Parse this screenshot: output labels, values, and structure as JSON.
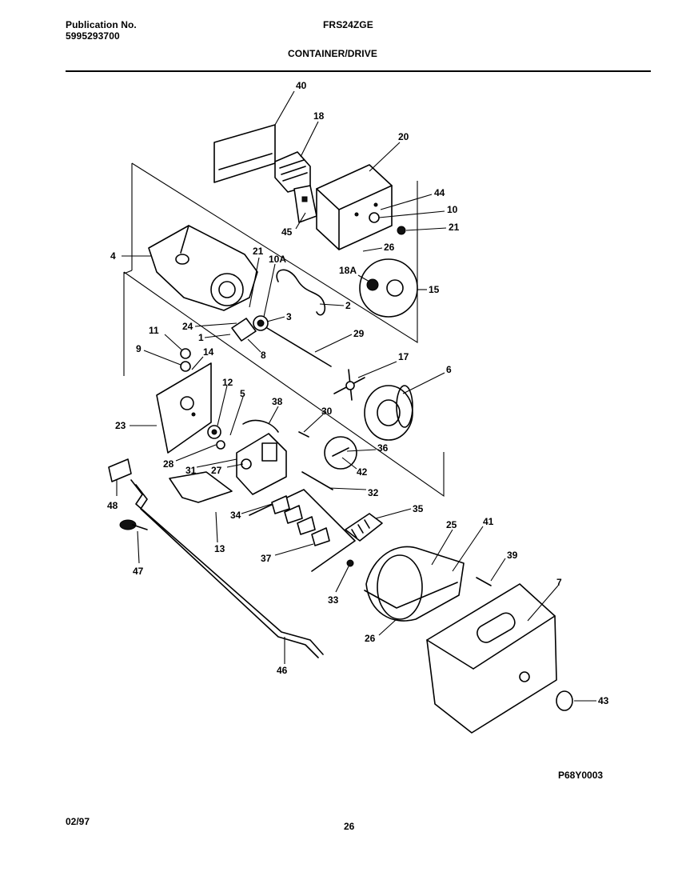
{
  "header": {
    "publication_label": "Publication No.",
    "publication_number": "5995293700",
    "model": "FRS24ZGE",
    "section_title": "CONTAINER/DRIVE"
  },
  "callouts": [
    "40",
    "18",
    "20",
    "44",
    "10",
    "21",
    "45",
    "26",
    "4",
    "21",
    "10A",
    "18A",
    "15",
    "2",
    "24",
    "3",
    "1",
    "8",
    "29",
    "11",
    "9",
    "14",
    "17",
    "6",
    "12",
    "5",
    "23",
    "38",
    "30",
    "36",
    "28",
    "31",
    "27",
    "42",
    "32",
    "48",
    "34",
    "35",
    "13",
    "25",
    "41",
    "37",
    "39",
    "47",
    "33",
    "7",
    "26",
    "46",
    "43"
  ],
  "footer": {
    "drawing_code": "P68Y0003",
    "date": "02/97",
    "page": "26"
  }
}
